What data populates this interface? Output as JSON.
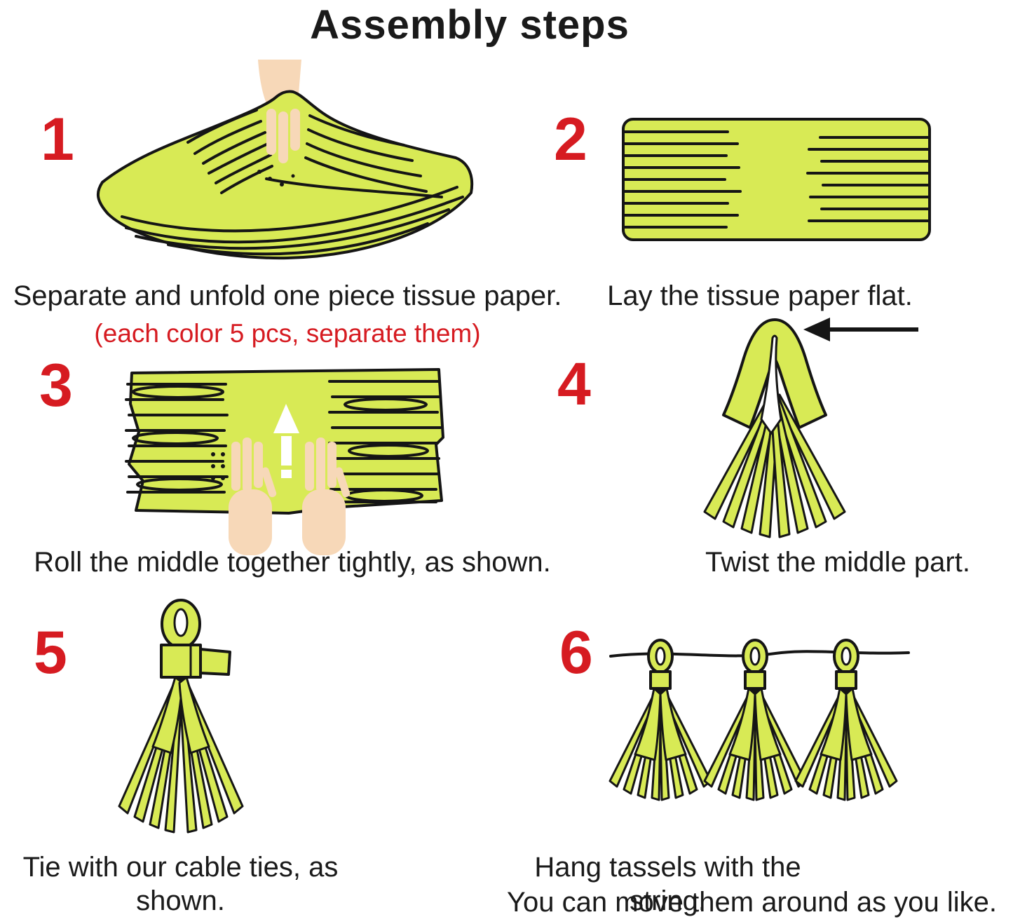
{
  "title": "Assembly steps",
  "colors": {
    "paper_green": "#d8ea55",
    "outline": "#151515",
    "step_red": "#d61b21",
    "skin": "#f7d8b8",
    "text_black": "#1a1a1a",
    "background": "#ffffff"
  },
  "steps": [
    {
      "number": "1",
      "caption": "Separate and unfold one piece tissue paper.",
      "subcaption": "(each color 5 pcs, separate them)",
      "illustration": "hand-separating-tissue-paper"
    },
    {
      "number": "2",
      "caption": "Lay the tissue paper flat.",
      "illustration": "tissue-paper-laid-flat"
    },
    {
      "number": "3",
      "caption": "Roll the middle together tightly, as shown.",
      "illustration": "hands-rolling-middle-with-up-arrow"
    },
    {
      "number": "4",
      "caption": "Twist the middle part.",
      "illustration": "twisted-tassel-with-arrow"
    },
    {
      "number": "5",
      "caption": "Tie with our cable ties, as shown.",
      "illustration": "tassel-tied-with-cable-tie"
    },
    {
      "number": "6",
      "caption": "Hang tassels with the string.",
      "caption_line2": "You can move them around as you like.",
      "illustration": "three-tassels-hanging-on-string"
    }
  ]
}
